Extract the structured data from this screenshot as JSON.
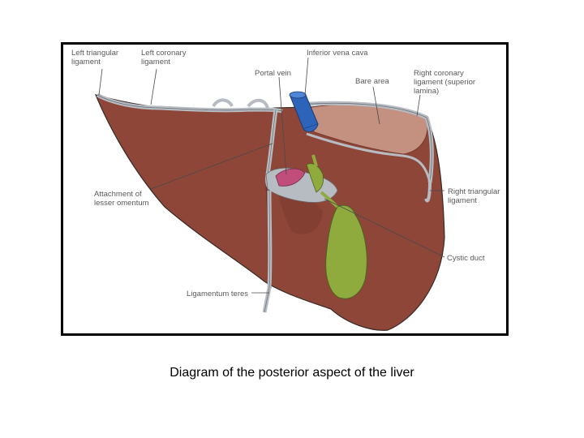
{
  "caption": "Diagram of the posterior aspect of the liver",
  "colors": {
    "liver": "#8e4638",
    "liver_dark": "#6e3428",
    "bare_area": "#c49080",
    "ligament": "#b7bcc3",
    "ivc": "#2d63b8",
    "gallbladder": "#8fab3e",
    "portal_vein": "#c14e7a",
    "outline": "#3a2a26"
  },
  "labels": {
    "left_triangular": [
      "Left triangular",
      "ligament"
    ],
    "left_coronary": [
      "Left coronary",
      "ligament"
    ],
    "portal_vein": [
      "Portal vein"
    ],
    "ivc": [
      "Inferior vena cava"
    ],
    "bare_area": [
      "Bare area"
    ],
    "right_coronary": [
      "Right coronary",
      "ligament (superior",
      "lamina)"
    ],
    "lesser_omentum": [
      "Attachment of",
      "lesser omentum"
    ],
    "right_triangular": [
      "Right triangular",
      "ligament"
    ],
    "cystic_duct": [
      "Cystic duct"
    ],
    "ligamentum_teres": [
      "Ligamentum teres"
    ]
  }
}
